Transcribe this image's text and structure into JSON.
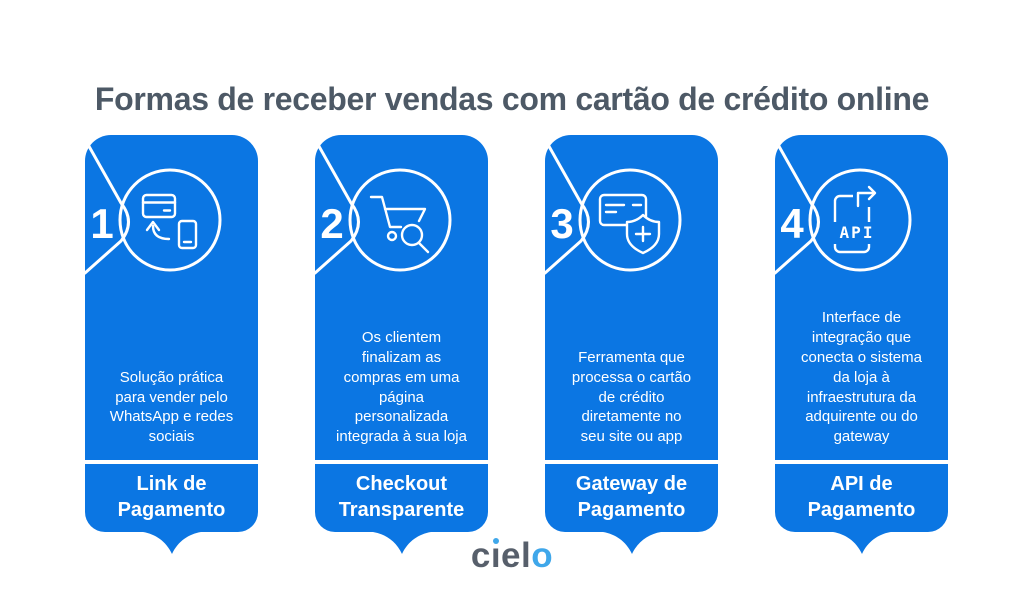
{
  "colors": {
    "blue": "#0B76E3",
    "title": "#4D5966",
    "logo_gray": "#575F6B",
    "logo_blue": "#3FA7EA",
    "white": "#FFFFFF"
  },
  "title": "Formas de receber vendas com cartão de crédito online",
  "cards": [
    {
      "number": "1",
      "icon": "card-phone-transfer-icon",
      "description": "Solução prática\npara vender pelo\nWhatsApp e redes\nsociais",
      "label": "Link de\nPagamento"
    },
    {
      "number": "2",
      "icon": "cart-magnifier-icon",
      "description": "Os clientem\nfinalizam as\ncompras em uma\npágina\npersonalizada\nintegrada à sua loja",
      "label": "Checkout\nTransparente"
    },
    {
      "number": "3",
      "icon": "card-shield-plus-icon",
      "description": "Ferramenta que\nprocessa o cartão\nde crédito\ndiretamente no\nseu site ou app",
      "label": "Gateway de\nPagamento"
    },
    {
      "number": "4",
      "icon": "api-document-icon",
      "icon_text": "API",
      "description": "Interface de\nintegração que\nconecta o sistema\nda loja à\ninfraestrutura da\nadquirente ou do\ngateway",
      "label": "API de\nPagamento"
    }
  ],
  "logo": {
    "part_c": "c",
    "part_dotless_i": "ı",
    "part_el": "el",
    "part_o": "o"
  }
}
